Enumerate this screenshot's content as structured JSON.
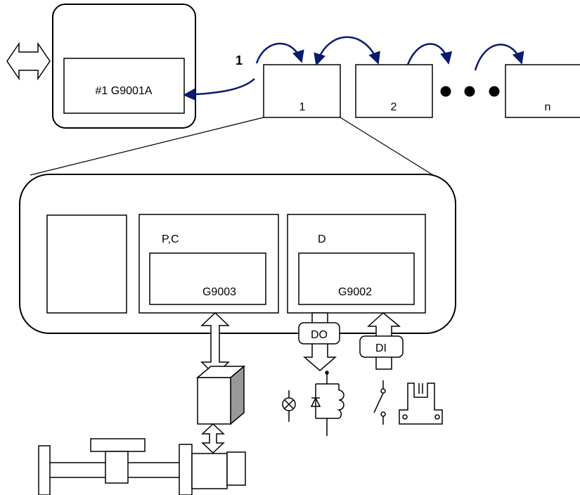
{
  "colors": {
    "stroke": "#000000",
    "arrow": "#0a1a6e",
    "bg": "#ffffff",
    "shadow": "#999999"
  },
  "diagram": {
    "host_label": "#1 G9001A",
    "link_label": "1",
    "nodes": [
      {
        "label": "1"
      },
      {
        "label": "2"
      },
      {
        "label": "n"
      }
    ],
    "panel": {
      "pc_label": "P,C",
      "pc_inner": "G9003",
      "d_label": "D",
      "d_inner": "G9002",
      "do_label": "DO",
      "di_label": "DI"
    }
  }
}
